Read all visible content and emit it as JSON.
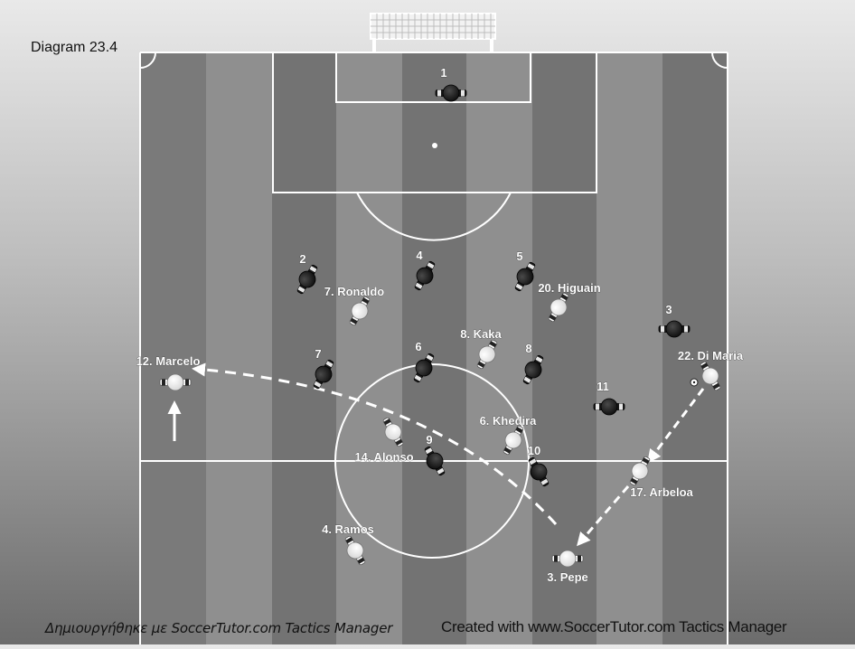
{
  "title": "Diagram 23.4",
  "credits": {
    "left": "Δημιουργήθηκε με SoccerTutor.com Tactics Manager",
    "right": "Created with www.SoccerTutor.com Tactics Manager"
  },
  "colors": {
    "stripe_dark": "#737373",
    "stripe_light": "#8f8f8f",
    "lines": "#ffffff",
    "team_white": "#ffffff",
    "team_black": "#1b1b1b",
    "arrows": "#ffffff"
  },
  "white_players": [
    {
      "label": "12. Marcelo"
    },
    {
      "label": "7. Ronaldo"
    },
    {
      "label": "20. Higuain"
    },
    {
      "label": "8. Kaka"
    },
    {
      "label": "22. Di Maria"
    },
    {
      "label": "6. Khedira"
    },
    {
      "label": "14. Alonso"
    },
    {
      "label": "17. Arbeloa"
    },
    {
      "label": "4. Ramos"
    },
    {
      "label": "3. Pepe"
    }
  ],
  "black_players": [
    {
      "label": "1"
    },
    {
      "label": "2"
    },
    {
      "label": "4"
    },
    {
      "label": "5"
    },
    {
      "label": "3"
    },
    {
      "label": "7"
    },
    {
      "label": "6"
    },
    {
      "label": "8"
    },
    {
      "label": "11"
    },
    {
      "label": "9"
    },
    {
      "label": "10"
    }
  ],
  "movements": [
    {
      "type": "pass",
      "from": "3. Pepe",
      "to": "12. Marcelo",
      "style": "dashed"
    },
    {
      "type": "pass",
      "from": "22. Di Maria",
      "to": "17. Arbeloa",
      "style": "dashed"
    },
    {
      "type": "pass",
      "from": "17. Arbeloa",
      "to": "3. Pepe",
      "style": "dashed"
    },
    {
      "type": "run",
      "player": "12. Marcelo",
      "direction": "forward",
      "style": "solid"
    }
  ]
}
